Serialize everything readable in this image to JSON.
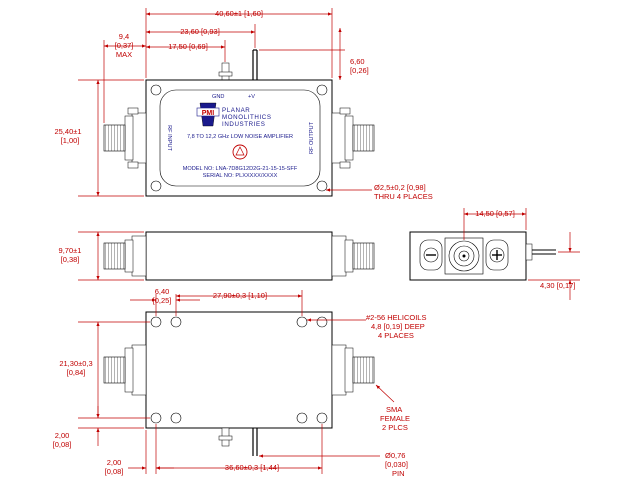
{
  "top_view": {
    "overall_width": "40,60±1 [1,60]",
    "left_to_pin": "23,60 [0,93]",
    "left_to_gnd": "17,50 [0,69]",
    "max_left": "9,4",
    "max_left_in": "[0,37]",
    "max_label": "MAX",
    "pin_height": "6,60",
    "pin_height_in": "[0,26]",
    "overall_height": "25,40±1",
    "overall_height_in": "[1,00]",
    "mount_hole": "Ø2,5±0,2 [0,98]",
    "mount_hole_note": "THRU 4 PLACES",
    "gnd_label": "GND",
    "v_label": "+V",
    "rf_input": "RF INPUT",
    "rf_output": "RF OUTPUT",
    "company_line1": "PLANAR",
    "company_line2": "MONOLITHICS",
    "company_line3": "INDUSTRIES",
    "logo_text": "PMI",
    "product_desc": "7,8 TO 12,2 GHz LOW NOISE AMPLIFIER",
    "model_no": "MODEL NO: LNA-7D8G12D2G-21-15-15-SFF",
    "serial_no": "SERIAL NO: PLXXXXX/XXXX"
  },
  "side_view": {
    "height": "9,70±1",
    "height_in": "[0,38]"
  },
  "end_view": {
    "connector_offset": "14,50 [0,57]",
    "pin_offset": "4,30 [0,17]"
  },
  "bottom_view": {
    "hole_offset": "6,40",
    "hole_offset_in": "[0,25]",
    "hole_spacing": "27,90±0,3 [1,10]",
    "helicoils": "#2-56 HELICOILS",
    "helicoils_depth": "4,8 [0,19] DEEP",
    "helicoils_count": "4 PLACES",
    "hole_v_spacing": "21,30±0,3",
    "hole_v_spacing_in": "[0,84]",
    "bottom_offset": "2,00",
    "bottom_offset_in": "[0,08]",
    "left_offset": "2,00",
    "left_offset_in": "[0,08]",
    "hole_h_spacing": "36,60±0,3 [1,44]",
    "pin_dia": "Ø0,76",
    "pin_dia_in": "[0,030]",
    "pin_label": "PIN",
    "sma_line1": "SMA",
    "sma_line2": "FEMALE",
    "sma_line3": "2 PLCS"
  }
}
